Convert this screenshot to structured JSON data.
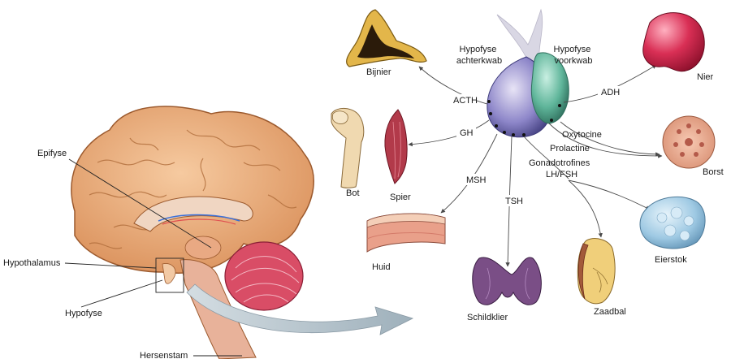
{
  "brain_labels": {
    "epifyse": "Epifyse",
    "hypothalamus": "Hypothalamus",
    "hypofyse": "Hypofyse",
    "hersenstam": "Hersenstam"
  },
  "pituitary_labels": {
    "posterior": [
      "Hypofyse",
      "achterkwab"
    ],
    "anterior": [
      "Hypofyse",
      "voorkwab"
    ]
  },
  "hormones": {
    "acth": "ACTH",
    "gh": "GH",
    "msh": "MSH",
    "tsh": "TSH",
    "gonadotrofines": "Gonadotrofines",
    "lh_fsh": "LH/FSH",
    "oxytocine": "Oxytocine",
    "prolactine": "Prolactine",
    "adh": "ADH"
  },
  "organs": {
    "bijnier": "Bijnier",
    "bot": "Bot",
    "spier": "Spier",
    "huid": "Huid",
    "schildklier": "Schildklier",
    "zaadbal": "Zaadbal",
    "eierstok": "Eierstok",
    "borst": "Borst",
    "nier": "Nier"
  }
}
